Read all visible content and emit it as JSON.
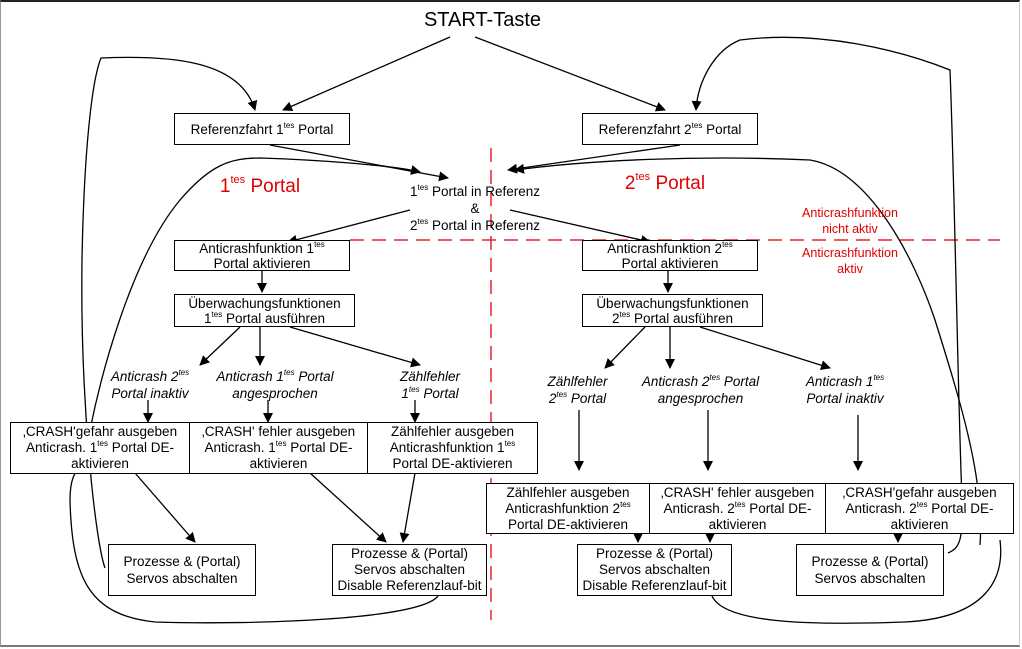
{
  "diagram": {
    "start": "START-Taste",
    "colors": {
      "line": "#000000",
      "accent": "#e00000"
    },
    "sections": [
      {
        "num": "1",
        "sup": "tes",
        "label": "Portal"
      },
      {
        "num": "2",
        "sup": "tes",
        "label": "Portal"
      }
    ],
    "zone_labels": {
      "inactive": [
        "Anticrashfunktion",
        "nicht aktiv"
      ],
      "active": [
        "Anticrashfunktion",
        "aktiv"
      ]
    },
    "reference": {
      "ref1": {
        "pre": "Referenzfahrt 1",
        "sup": "tes",
        "post": " Portal"
      },
      "ref2": {
        "pre": "Referenzfahrt 2",
        "sup": "tes",
        "post": " Portal"
      },
      "join": {
        "line1": {
          "pre": "1",
          "sup": "tes",
          "post": " Portal in Referenz"
        },
        "amp": "&",
        "line2": {
          "pre": "2",
          "sup": "tes",
          "post": " Portal in Referenz"
        }
      }
    },
    "portal1": {
      "activate": {
        "l1pre": "Anticrashfunktion 1",
        "l1sup": "tes",
        "l2": "Portal aktivieren"
      },
      "monitor": {
        "l1": "Überwachungsfunktionen",
        "l2pre": "1",
        "l2sup": "tes",
        "l2post": " Portal ausführen"
      },
      "conditions": [
        {
          "l1pre": "Anticrash 2",
          "l1sup": "tes",
          "l1post": "",
          "l2": "Portal inaktiv"
        },
        {
          "l1pre": "Anticrash 1",
          "l1sup": "tes",
          "l1post": " Portal",
          "l2": "angesprochen"
        },
        {
          "l1pre": "Zählfehler",
          "l1sup": "",
          "l1post": "",
          "l2pre": "1",
          "l2sup": "tes",
          "l2": " Portal"
        }
      ],
      "actions": [
        {
          "l1": "‚CRASH'gefahr ausgeben",
          "l2pre": "Anticrash. 1",
          "l2sup": "tes",
          "l2post": " Portal DE-",
          "l3": "aktivieren"
        },
        {
          "l1": "‚CRASH' fehler ausgeben",
          "l2pre": "Anticrash. 1",
          "l2sup": "tes",
          "l2post": " Portal DE-",
          "l3": "aktivieren"
        },
        {
          "l1": "Zählfehler ausgeben",
          "l2pre": "Anticrashfunktion 1",
          "l2sup": "tes",
          "l2post": "",
          "l3": "Portal DE-aktivieren"
        }
      ],
      "shutdown_a": {
        "l1": "Prozesse & (Portal)",
        "l2": "Servos abschalten"
      },
      "shutdown_b": {
        "l1": "Prozesse & (Portal)",
        "l2": "Servos abschalten",
        "l3": "Disable Referenzlauf-bit"
      }
    },
    "portal2": {
      "activate": {
        "l1pre": "Anticrashfunktion 2",
        "l1sup": "tes",
        "l2": "Portal aktivieren"
      },
      "monitor": {
        "l1": "Überwachungsfunktionen",
        "l2pre": "2",
        "l2sup": "tes",
        "l2post": " Portal ausführen"
      },
      "conditions": [
        {
          "l1pre": "Zählfehler",
          "l1sup": "",
          "l1post": "",
          "l2pre": "2",
          "l2sup": "tes",
          "l2": " Portal"
        },
        {
          "l1pre": "Anticrash 2",
          "l1sup": "tes",
          "l1post": " Portal",
          "l2": "angesprochen"
        },
        {
          "l1pre": "Anticrash 1",
          "l1sup": "tes",
          "l1post": "",
          "l2": "Portal inaktiv"
        }
      ],
      "actions": [
        {
          "l1": "Zählfehler ausgeben",
          "l2pre": "Anticrashfunktion 2",
          "l2sup": "tes",
          "l2post": "",
          "l3": "Portal DE-aktivieren"
        },
        {
          "l1": "‚CRASH' fehler ausgeben",
          "l2pre": "Anticrash. 2",
          "l2sup": "tes",
          "l2post": " Portal DE-",
          "l3": "aktivieren"
        },
        {
          "l1": "‚CRASH'gefahr ausgeben",
          "l2pre": "Anticrash. 2",
          "l2sup": "tes",
          "l2post": " Portal DE-",
          "l3": "aktivieren"
        }
      ],
      "shutdown_b": {
        "l1": "Prozesse & (Portal)",
        "l2": "Servos abschalten",
        "l3": "Disable Referenzlauf-bit"
      },
      "shutdown_a": {
        "l1": "Prozesse & (Portal)",
        "l2": "Servos abschalten"
      }
    }
  }
}
